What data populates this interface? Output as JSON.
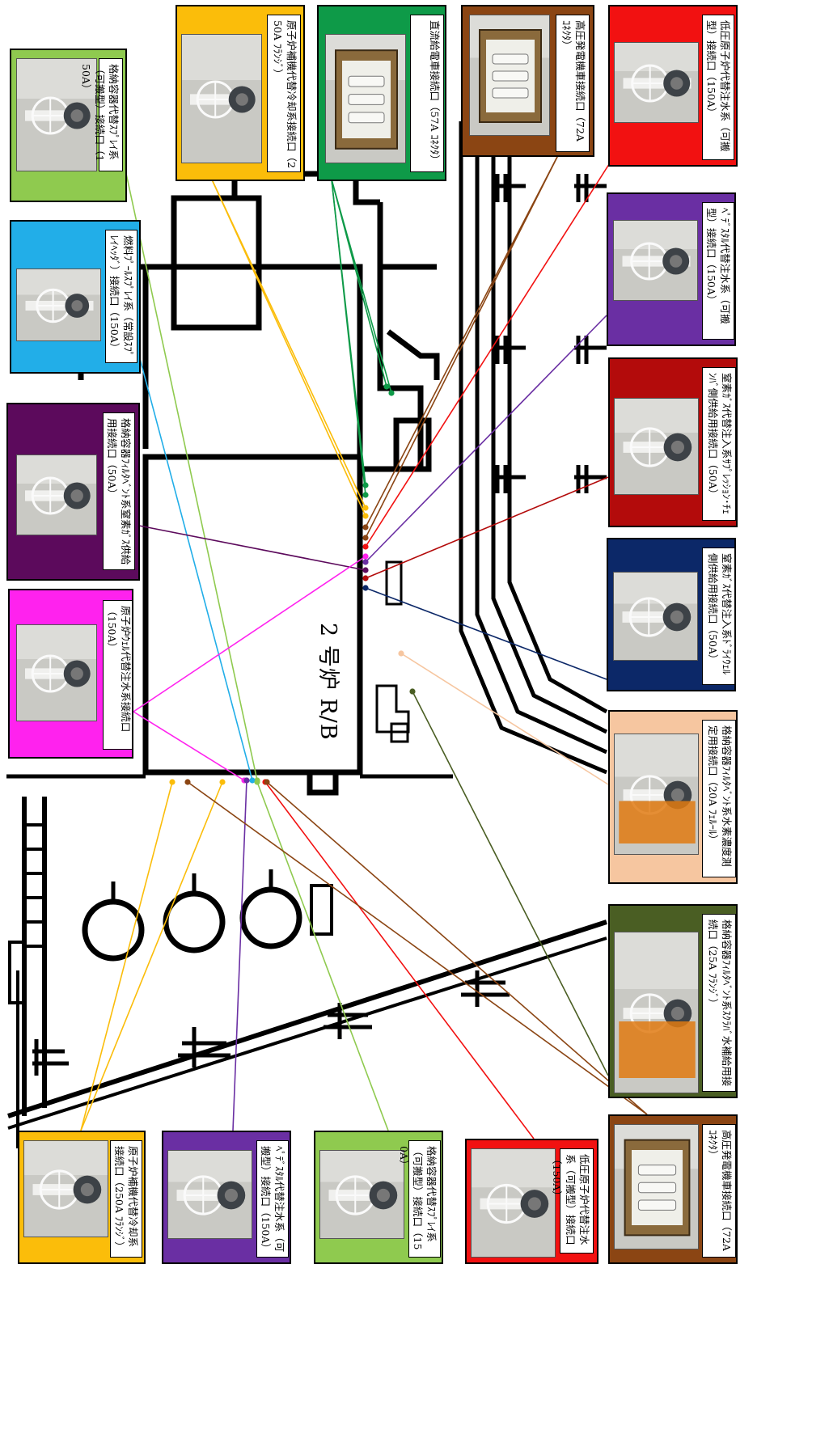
{
  "building_label": "2 号炉 R/B",
  "colors": {
    "yellow": "#fbbd0a",
    "green_light": "#8fca4f",
    "blue_light": "#22aee8",
    "green_dark": "#0e9a48",
    "brown": "#8b4513",
    "red": "#f21111",
    "purple": "#6a2fa3",
    "plum": "#5c0a5c",
    "magenta": "#ff22ee",
    "crimson": "#b30b0b",
    "navy": "#0c2868",
    "peach": "#f6c6a0",
    "olive": "#4a5e23"
  },
  "cards": [
    {
      "id": "c1",
      "label": "格納容器代替ｽﾌﾟﾚｲ系（可搬型）接続口（150A）",
      "color": "green_light"
    },
    {
      "id": "c2",
      "label": "燃料ﾌﾟｰﾙｽﾌﾟﾚｲ系（常設ｽﾌﾟﾚｲﾍｯﾀﾞ）接続口（150A）",
      "color": "blue_light"
    },
    {
      "id": "c3",
      "label": "格納容器ﾌｨﾙﾀﾍﾞﾝﾄ系窒素ｶﾞｽ供給用接続口（50A）",
      "color": "plum"
    },
    {
      "id": "c4",
      "label": "原子炉ｳｪﾙ代替注水系接続口（150A）",
      "color": "magenta"
    },
    {
      "id": "c5",
      "label": "原子炉補機代替冷却系接続口（250A ﾌﾗﾝｼﾞ）",
      "color": "yellow"
    },
    {
      "id": "c6",
      "label": "直流給電車接続口（57A ｺﾈｸﾀ）",
      "color": "green_dark"
    },
    {
      "id": "c7",
      "label": "高圧発電機車接続口（72A ｺﾈｸﾀ）",
      "color": "brown"
    },
    {
      "id": "c8",
      "label": "低圧原子炉代替注水系（可搬型）接続口（150A）",
      "color": "red"
    },
    {
      "id": "c9",
      "label": "ﾍﾟﾃﾞｽﾀﾙ代替注水系（可搬型）接続口（150A）",
      "color": "purple"
    },
    {
      "id": "c10",
      "label": "窒素ｶﾞｽ代替注入系ｻﾌﾟﾚｯｼｮﾝ･ﾁｪﾝﾊﾞ側供給用接続口（50A）",
      "color": "crimson"
    },
    {
      "id": "c11",
      "label": "窒素ｶﾞｽ代替注入系ﾄﾞﾗｲｳｪﾙ側供給用接続口（50A）",
      "color": "navy"
    },
    {
      "id": "c12",
      "label": "格納容器ﾌｨﾙﾀﾍﾞﾝﾄ系水素濃度測定用接続口（20A ﾌｪﾙｰﾙ）",
      "color": "peach"
    },
    {
      "id": "c13",
      "label": "格納容器ﾌｨﾙﾀﾍﾞﾝﾄ系ｽｸﾗﾊﾞ水補給用接続口（25A ﾌﾗﾝｼﾞ）",
      "color": "olive"
    },
    {
      "id": "c14",
      "label": "原子炉補機代替冷却系接続口（250A ﾌﾗﾝｼﾞ）",
      "color": "yellow"
    },
    {
      "id": "c15",
      "label": "ﾍﾟﾃﾞｽﾀﾙ代替注水系（可搬型）接続口（150A）",
      "color": "purple"
    },
    {
      "id": "c16",
      "label": "格納容器代替ｽﾌﾟﾚｲ系（可搬型）接続口（150A）",
      "color": "green_light"
    },
    {
      "id": "c17",
      "label": "低圧原子炉代替注水系（可搬型）接続口（150A）",
      "color": "red"
    },
    {
      "id": "c18",
      "label": "高圧発電機車接続口（72A ｺﾈｸﾀ）",
      "color": "brown"
    }
  ]
}
